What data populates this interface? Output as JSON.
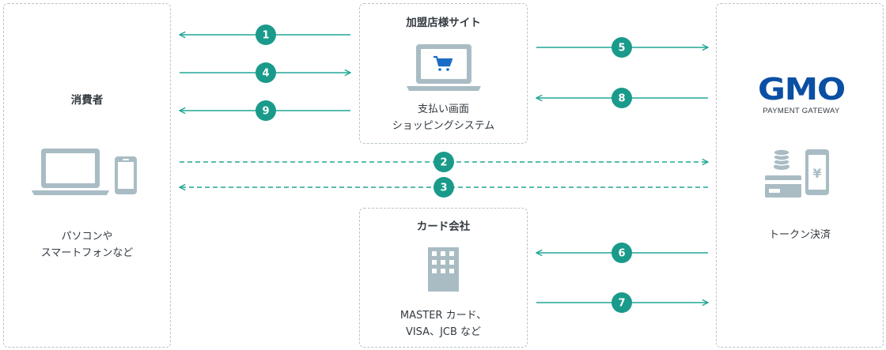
{
  "nodes": {
    "consumer": {
      "title": "消費者",
      "caption": "パソコンや\nスマートフォンなど"
    },
    "merchant": {
      "title": "加盟店様サイト",
      "caption": "支払い画面\nショッピングシステム"
    },
    "card_company": {
      "title": "カード会社",
      "caption": "MASTER カード、\nVISA、JCB など"
    },
    "gmo": {
      "logo_text": "GMO",
      "logo_sub": "PAYMENT GATEWAY",
      "caption": "トークン決済"
    }
  },
  "steps": [
    "1",
    "2",
    "3",
    "4",
    "5",
    "6",
    "7",
    "8",
    "9"
  ],
  "icons": {
    "yen_symbol": "¥"
  },
  "colors": {
    "arrow": "#20a596",
    "badge": "#1a9a8a",
    "icon": "#a9bcc4",
    "logo": "#0a4fa3",
    "cart": "#1b6cc7"
  }
}
